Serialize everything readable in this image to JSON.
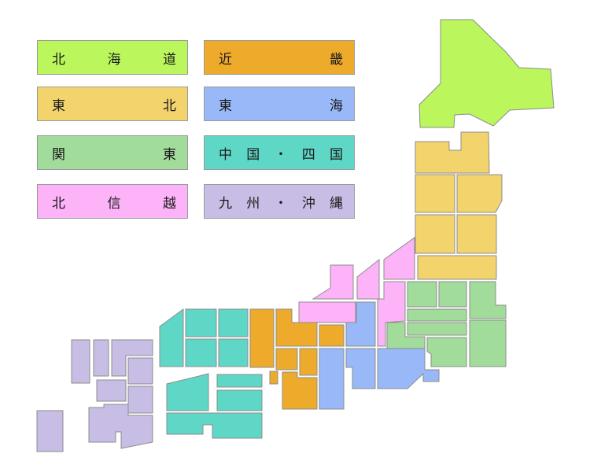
{
  "colors": {
    "hokkaido": "#bbf75c",
    "tohoku": "#f3d36b",
    "kanto": "#a2dc9b",
    "hokushinetsu": "#fcb3f8",
    "kinki": "#eeab2b",
    "tokai": "#98b8f7",
    "chugoku_shikoku": "#5fd7c6",
    "kyushu_okinawa": "#c8bde4"
  },
  "legend": {
    "hokkaido": "北　海　道",
    "tohoku": "東　　　北",
    "kanto": "関　　　東",
    "hokushinetsu": "北　信　越",
    "kinki": "近　　　畿",
    "tokai": "東　　　海",
    "chugoku_shikoku": "中　国・四　国",
    "kyushu_okinawa": "九　州・沖　縄"
  }
}
